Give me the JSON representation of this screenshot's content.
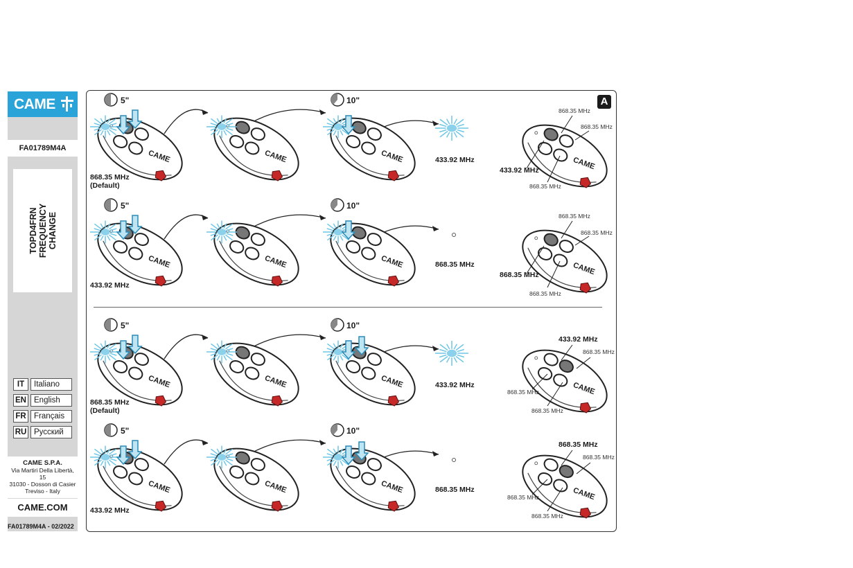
{
  "sidebar": {
    "brand": "CAME",
    "document_code": "FA01789M4A",
    "title_lines": [
      "TOPD4FRN",
      "FREQUENCY",
      "CHANGE"
    ],
    "languages": [
      {
        "code": "IT",
        "name": "Italiano"
      },
      {
        "code": "EN",
        "name": "English"
      },
      {
        "code": "FR",
        "name": "Français"
      },
      {
        "code": "RU",
        "name": "Русский"
      }
    ],
    "company": {
      "name": "CAME S.P.A.",
      "address_lines": [
        "Via Martiri Della Libertà, 15",
        "31030 - Dosson di Casier",
        "Treviso - Italy"
      ]
    },
    "website": "CAME.COM",
    "footer_code": "FA01789M4A - 02/2022"
  },
  "panel": {
    "badge": "A",
    "rows": [
      {
        "times": [
          "5\"",
          "10\""
        ],
        "start_label": "868.35 MHz\n(Default)",
        "result_label": "433.92 MHz",
        "keys": [
          "868.35 MHz",
          "868.35 MHz",
          "433.92 MHz",
          "868.35 MHz"
        ]
      },
      {
        "times": [
          "5\"",
          "10\""
        ],
        "start_label": "433.92 MHz",
        "result_label": "868.35 MHz",
        "keys": [
          "868.35 MHz",
          "868.35 MHz",
          "868.35 MHz",
          "868.35 MHz"
        ]
      },
      {
        "times": [
          "5\"",
          "10\""
        ],
        "start_label": "868.35 MHz\n(Default)",
        "result_label": "433.92 MHz",
        "keys": [
          "433.92 MHz",
          "868.35 MHz",
          "868.35 MHz",
          "868.35 MHz"
        ]
      },
      {
        "times": [
          "5\"",
          "10\""
        ],
        "start_label": "433.92 MHz",
        "result_label": "868.35 MHz",
        "keys": [
          "868.35 MHz",
          "868.35 MHz",
          "868.35 MHz",
          "868.35 MHz"
        ]
      }
    ],
    "remote_brand": "CAME"
  },
  "colors": {
    "brand_blue": "#2aa3d9",
    "sidebar_grey": "#d6d6d6",
    "blink_blue": "#6ec6e6",
    "shield_red": "#c62828"
  }
}
